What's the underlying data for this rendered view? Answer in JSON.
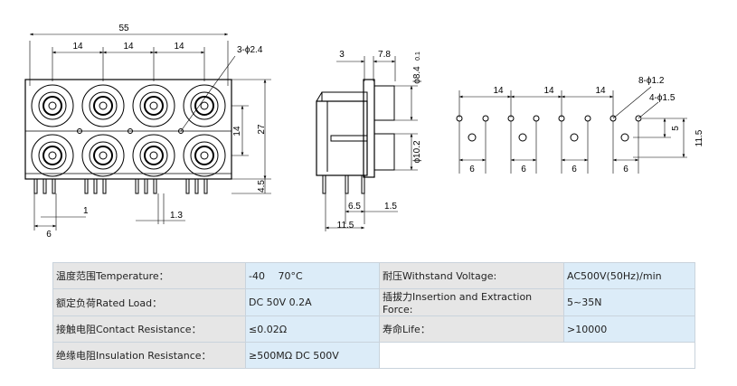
{
  "drawing": {
    "front": {
      "width": "55",
      "pitch_1": "14",
      "pitch_2": "14",
      "pitch_3": "14",
      "mount_holes": "3-ϕ2.4",
      "row_pitch": "14",
      "height": "27",
      "pin_length": "4.5",
      "pin_offset": "1",
      "pin_pitch": "6",
      "pin_thickness": "1.3"
    },
    "side": {
      "dim_3": "3",
      "dim_7_8": "7.8",
      "top_diameter": "ϕ8.4",
      "top_tolerance": "0.1",
      "bottom_diameter": "ϕ10.2",
      "dim_6_5": "6.5",
      "dim_1_5": "1.5",
      "depth": "11.5"
    },
    "pcb": {
      "pitch_1": "14",
      "pitch_2": "14",
      "pitch_3": "14",
      "small_holes": "8-ϕ1.2",
      "large_holes": "4-ϕ1.5",
      "row_gap": "5",
      "row_span": "11.5",
      "hole_gap_1": "6",
      "hole_gap_2": "6",
      "hole_gap_3": "6",
      "hole_gap_4": "6"
    }
  },
  "specs": [
    {
      "label": "温度范围Temperature：",
      "value": "-40　 70°C"
    },
    {
      "label": "额定负荷Rated Load：",
      "value": "DC 50V 0.2A"
    },
    {
      "label": "接触电阻Contact Resistance：",
      "value": "≤0.02Ω"
    },
    {
      "label": "绝缘电阻Insulation Resistance：",
      "value": "≥500MΩ DC 500V"
    },
    {
      "label": "耐压Withstand Voltage:",
      "value": "AC500V(50Hz)/min"
    },
    {
      "label": "插拔力Insertion and Extraction Force:",
      "value": "5~35N"
    },
    {
      "label": "寿命Life：",
      "value": ">10000"
    }
  ]
}
